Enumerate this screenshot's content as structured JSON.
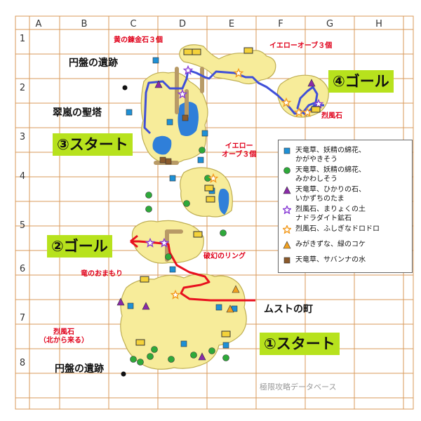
{
  "grid": {
    "columns": [
      "A",
      "B",
      "C",
      "D",
      "E",
      "F",
      "G",
      "H"
    ],
    "rows": [
      "1",
      "2",
      "3",
      "4",
      "5",
      "6",
      "7",
      "8"
    ]
  },
  "places": {
    "ruins_north": "円盤の遺跡",
    "tower": "翠嵐の聖塔",
    "town": "ムストの町",
    "ruins_south": "円盤の遺跡"
  },
  "stages": {
    "start1": "①スタート",
    "goal2": "②ゴール",
    "start3": "③スタート",
    "goal4": "④ゴール"
  },
  "item_labels": {
    "ore3": "黄の錬金石３個",
    "yellow_orb_top": "イエローオーブ３個",
    "yellow_orb_mid_1": "イエロー",
    "yellow_orb_mid_2": "オーブ３個",
    "reppuu_top": "烈風石",
    "ring": "破幻のリング",
    "amulet": "竜のおまもり",
    "reppuu_south_1": "烈風石",
    "reppuu_south_2": "（北から来る）"
  },
  "legend": [
    {
      "icon": "blue-square",
      "color": "#1e90d6",
      "line1": "天竜草、妖精の綿花、",
      "line2": "かがやきそう"
    },
    {
      "icon": "green-circle",
      "color": "#2ea93a",
      "line1": "天竜草、妖精の綿花、",
      "line2": "みかわしそう"
    },
    {
      "icon": "purple-triangle",
      "color": "#8a2aa8",
      "line1": "天竜草、ひかりの石、",
      "line2": "いかずちのたま"
    },
    {
      "icon": "purple-star",
      "color": "#8a3fd6",
      "line1": "烈風石、まりょくの土",
      "line2": "ナドラダイト鉱石"
    },
    {
      "icon": "orange-star",
      "color": "#f39a1e",
      "line1": "烈風石、ふしぎなドロドロ",
      "line2": ""
    },
    {
      "icon": "orange-triangle",
      "color": "#f0a020",
      "line1": "みがきずな、緑のコケ",
      "line2": ""
    },
    {
      "icon": "brown-square",
      "color": "#8b5a2b",
      "line1": "天竜草、サバンナの水",
      "line2": ""
    }
  ],
  "credit": "極限攻略データベース",
  "colors": {
    "land": "#f7ec9a",
    "land_edge": "#bfae52",
    "water": "#2f7fd9",
    "grid": "#d89a5a",
    "route_red": "#e8101e",
    "route_blue": "#3f4fd8",
    "stage_bg": "#b7e21d",
    "road": "#b89a66"
  }
}
